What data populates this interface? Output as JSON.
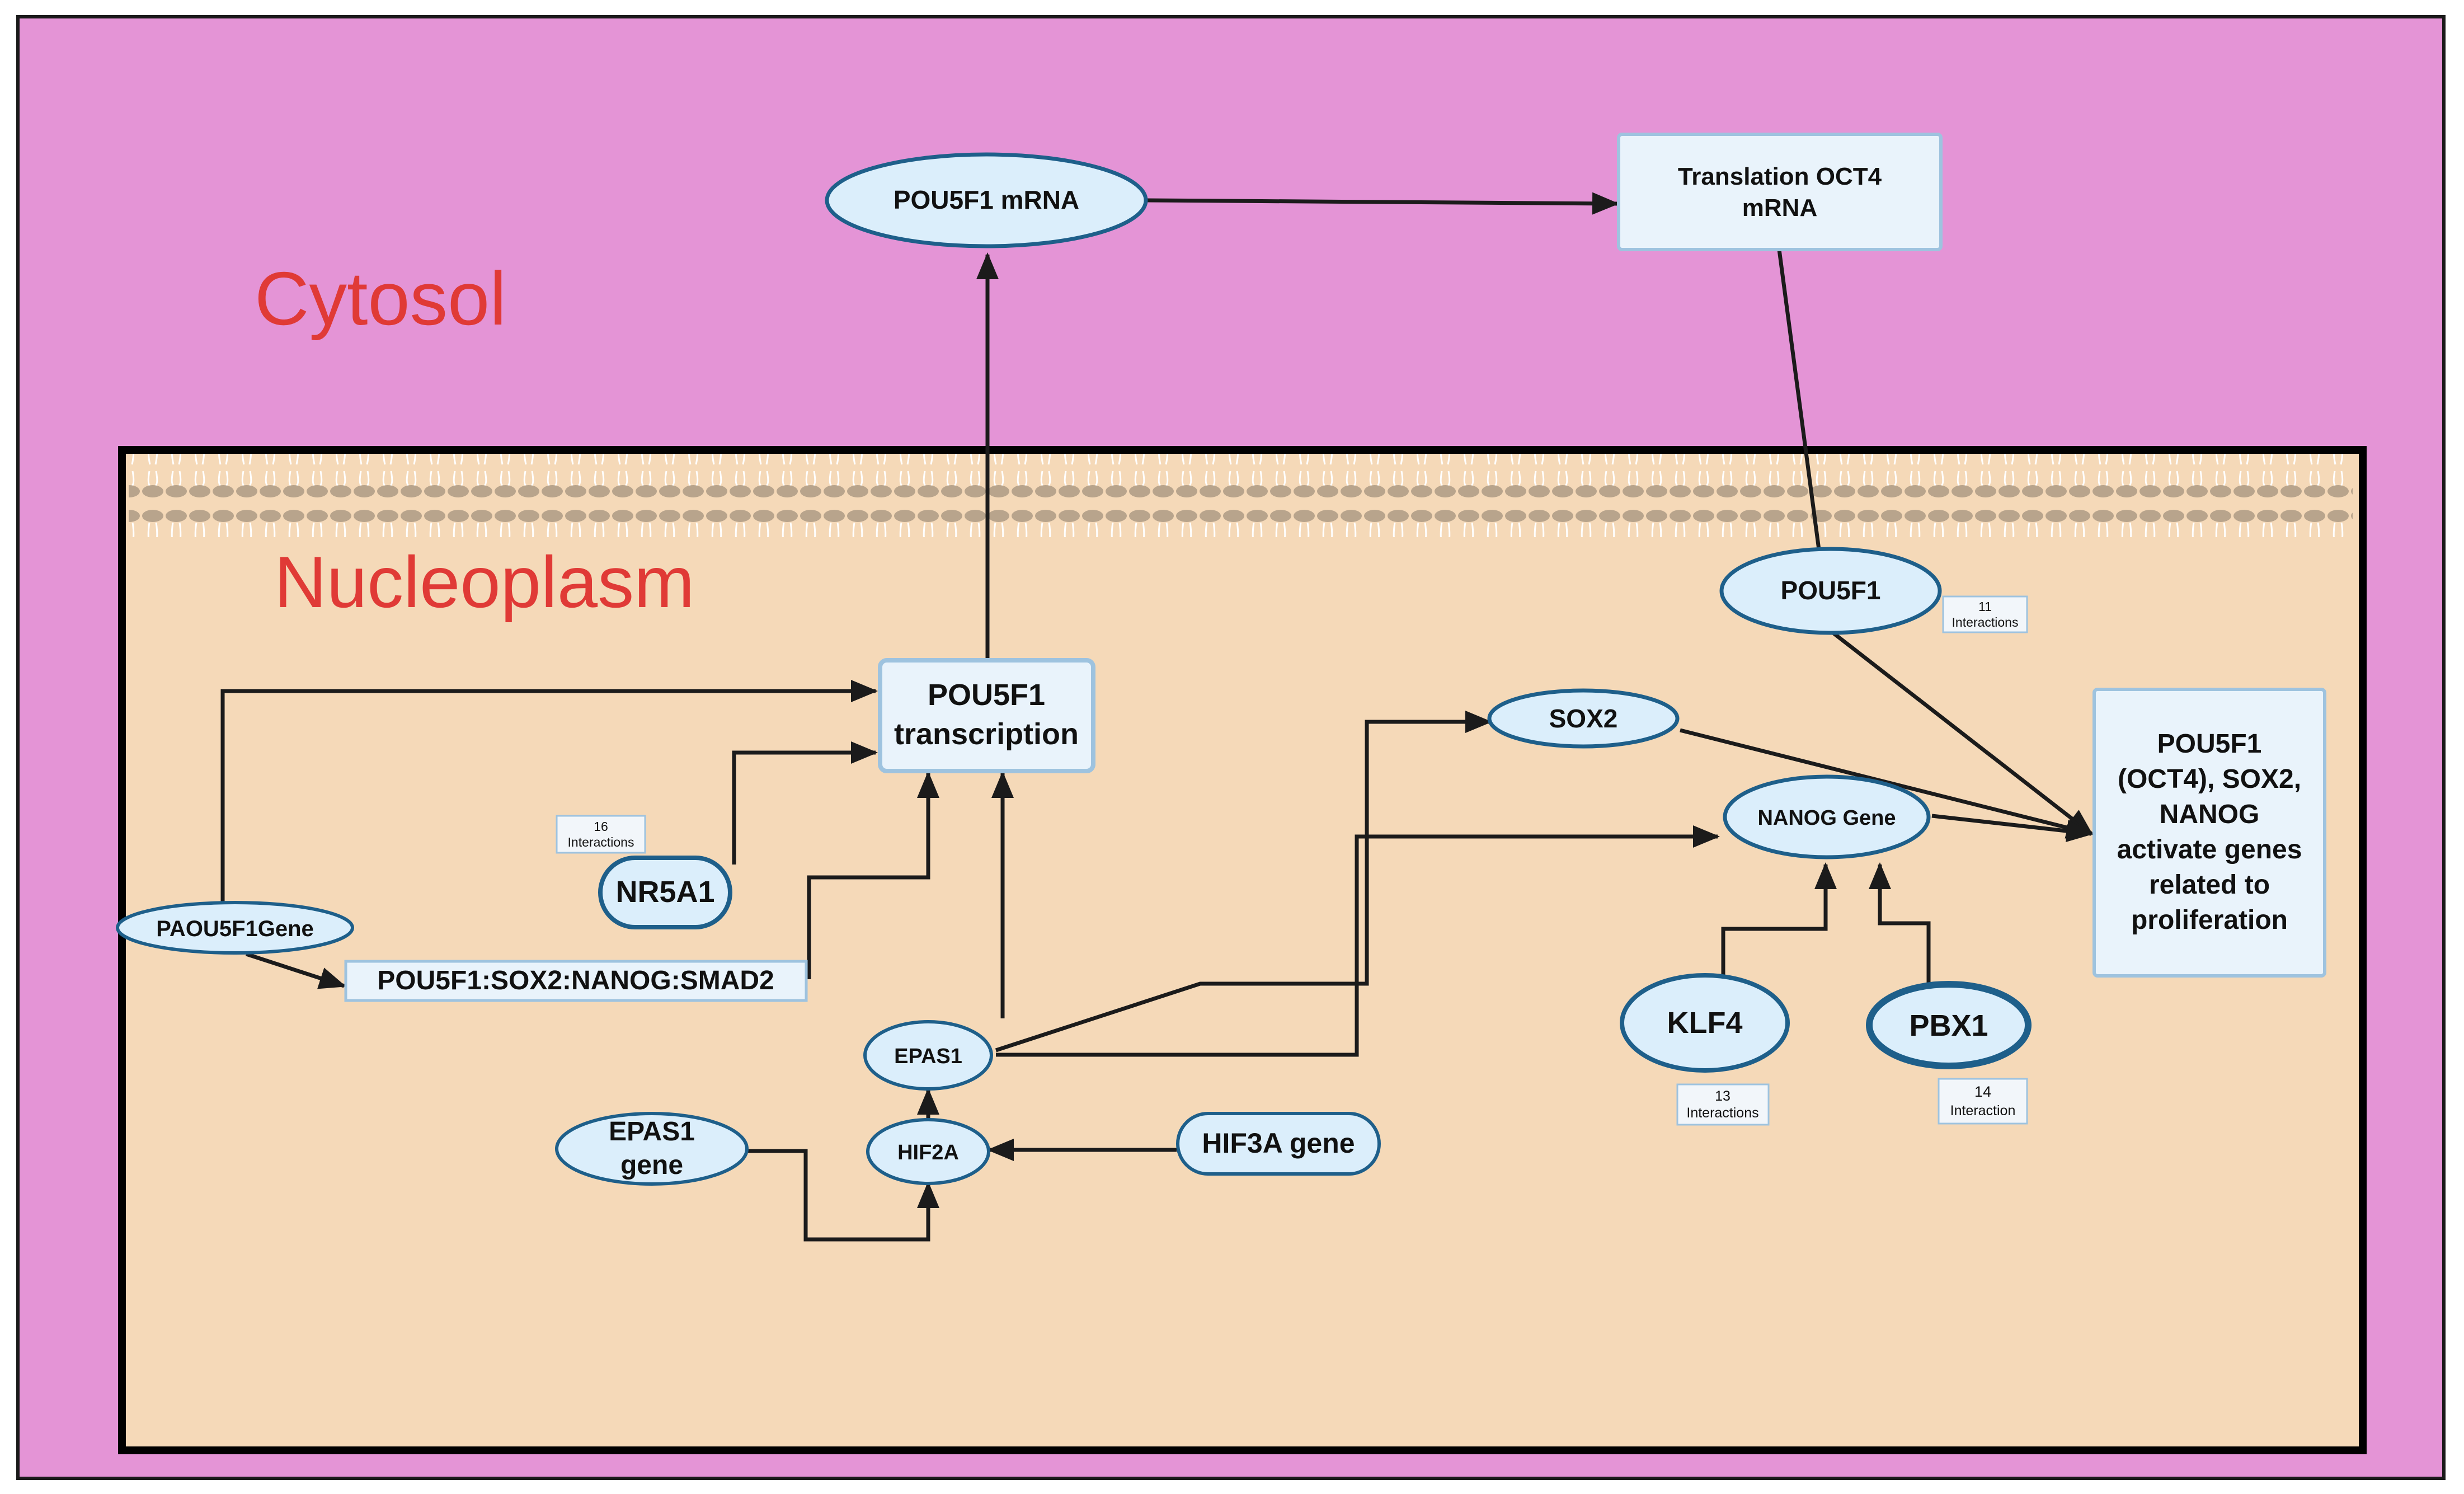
{
  "compartments": {
    "cytosol": "Cytosol",
    "nucleoplasm": "Nucleoplasm"
  },
  "nodes": {
    "pou5f1_mrna": "POU5F1 mRNA",
    "translation_l1": "Translation OCT4",
    "translation_l2": "mRNA",
    "pou5f1": "POU5F1",
    "pou5f1_transcription_l1": "POU5F1",
    "pou5f1_transcription_l2": "transcription",
    "paou5f1_gene": "PAOU5F1Gene",
    "complex": "POU5F1:SOX2:NANOG:SMAD2",
    "nr5a1": "NR5A1",
    "sox2": "SOX2",
    "nanog_gene": "NANOG Gene",
    "epas1": "EPAS1",
    "hif2a": "HIF2A",
    "epas1_gene_l1": "EPAS1",
    "epas1_gene_l2": "gene",
    "hif3a_gene": "HIF3A gene",
    "klf4": "KLF4",
    "pbx1": "PBX1",
    "outcome_lines": [
      "POU5F1",
      "(OCT4), SOX2,",
      "NANOG",
      "activate genes",
      "related to",
      "proliferation"
    ]
  },
  "badges": {
    "pou5f1": [
      "11",
      "Interactions"
    ],
    "nr5a1": [
      "16",
      "Interactions"
    ],
    "klf4": [
      "13",
      "Interactions"
    ],
    "pbx1": [
      "14",
      "Interaction"
    ]
  },
  "colors": {
    "cytosol_bg": "#e494d6",
    "nucleoplasm_bg": "#f5d9b8",
    "membrane": "#b8a48c",
    "node_fill": "#dbeefb",
    "node_stroke": "#1e5f8a",
    "box_stroke": "#9ec3df",
    "label_red": "#e03a36"
  }
}
